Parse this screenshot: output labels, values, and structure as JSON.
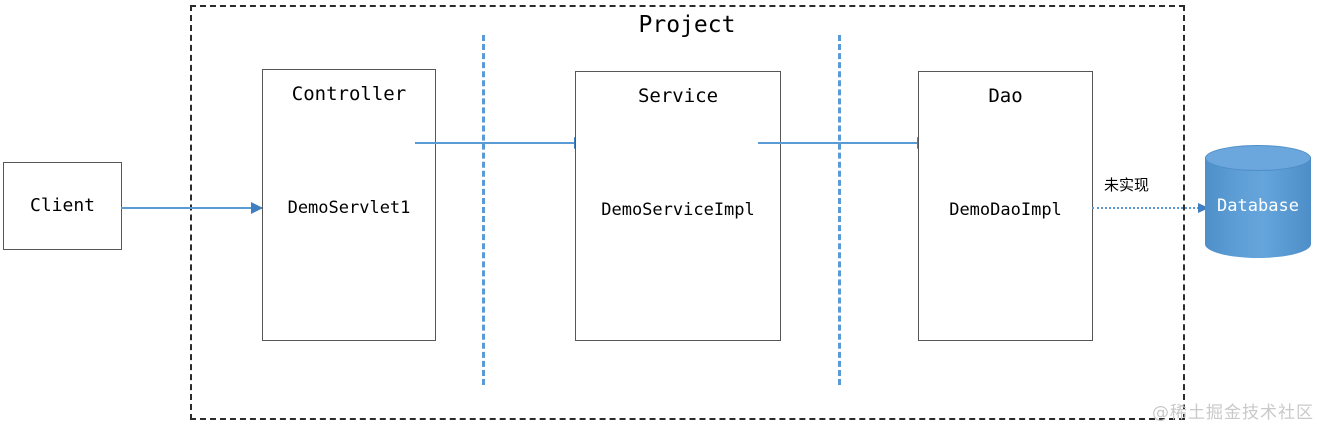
{
  "diagram": {
    "title": "Project",
    "watermark": "@稀土掘金技术社区",
    "client": {
      "label": "Client"
    },
    "layers": [
      {
        "title": "Controller",
        "impl": "DemoServlet1"
      },
      {
        "title": "Service",
        "impl": "DemoServiceImpl"
      },
      {
        "title": "Dao",
        "impl": "DemoDaoImpl"
      }
    ],
    "database": {
      "label": "Database"
    },
    "edges": {
      "dao_to_database_label": "未实现"
    },
    "colors": {
      "accent_blue": "#5b9bd5",
      "arrow_head": "#3f7fc1",
      "box_border": "#575757",
      "boundary": "#2b2b2b",
      "watermark": "#c9c9c9"
    }
  }
}
